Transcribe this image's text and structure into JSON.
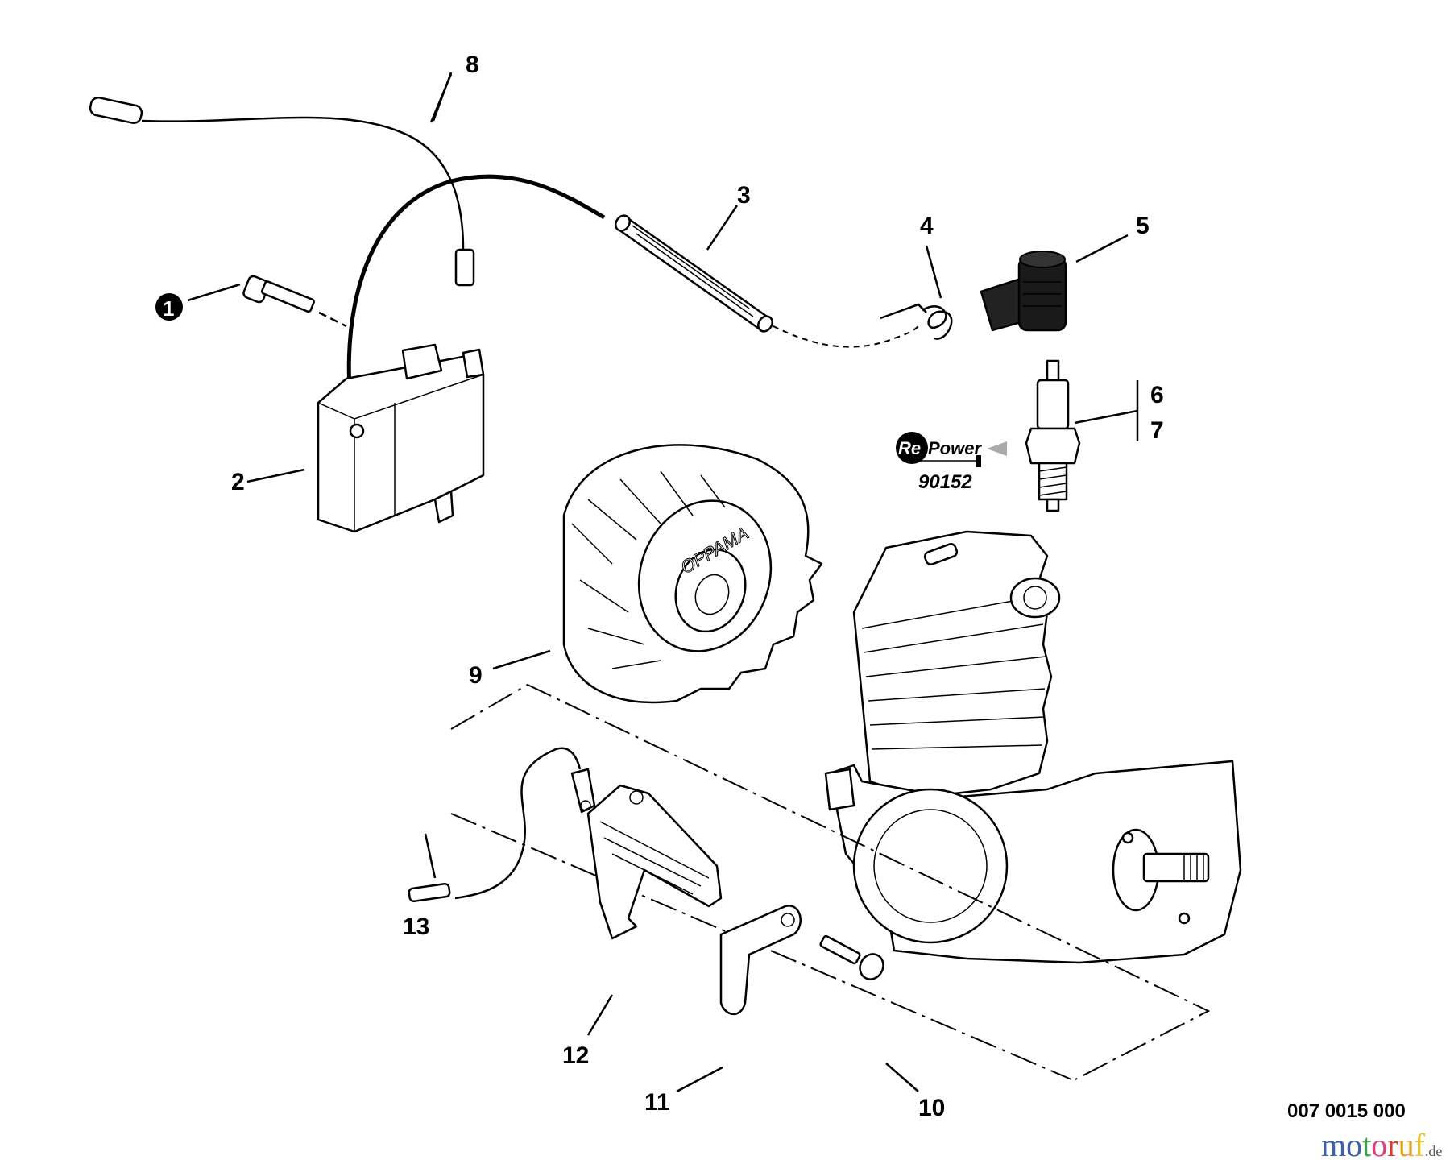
{
  "diagram": {
    "title": "Ignition parts exploded view",
    "callouts": [
      {
        "id": "1",
        "part": "bolt",
        "style": "filled-circle"
      },
      {
        "id": "2",
        "part": "ignition-coil"
      },
      {
        "id": "3",
        "part": "protective-sleeve"
      },
      {
        "id": "4",
        "part": "spring-terminal"
      },
      {
        "id": "5",
        "part": "spark-plug-boot"
      },
      {
        "id": "6",
        "part": "spark-plug"
      },
      {
        "id": "7",
        "part": "spark-plug"
      },
      {
        "id": "8",
        "part": "stop-wire"
      },
      {
        "id": "9",
        "part": "flywheel"
      },
      {
        "id": "10",
        "part": "screw"
      },
      {
        "id": "11",
        "part": "bracket"
      },
      {
        "id": "12",
        "part": "cover"
      },
      {
        "id": "13",
        "part": "ground-wire"
      }
    ],
    "flywheel_brand": "OPPAMA",
    "repower": {
      "brand_prefix": "Re",
      "brand_suffix": "Power",
      "part_number": "90152"
    },
    "drawing_code": "007 0015 000",
    "watermark": {
      "letters": [
        "m",
        "o",
        "t",
        "o",
        "r",
        "u",
        "f"
      ],
      "colors": [
        "#3f5fb0",
        "#3f5fb0",
        "#3aa04a",
        "#e0407a",
        "#d04030",
        "#e8a020",
        "#e8c020"
      ],
      "suffix": ".de"
    }
  }
}
